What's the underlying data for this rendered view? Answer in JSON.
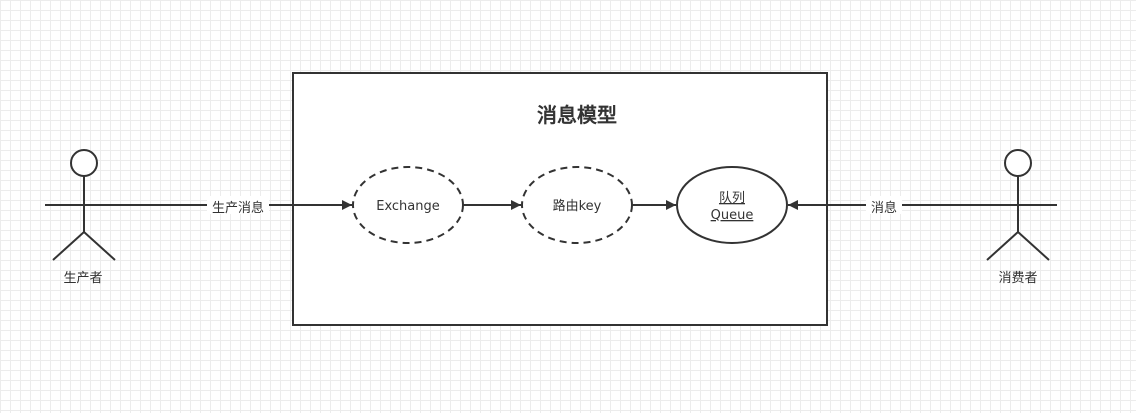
{
  "diagram": {
    "title": "消息模型",
    "actors": {
      "producer": "生产者",
      "consumer": "消费者"
    },
    "nodes": {
      "exchange": "Exchange",
      "routing_key": "路由key",
      "queue_line1": "队列",
      "queue_line2": "Queue"
    },
    "edges": {
      "producer_to_exchange": "生产消息",
      "consumer_to_queue": "消息"
    },
    "colors": {
      "stroke": "#333333",
      "grid": "#ececec",
      "background": "#ffffff"
    }
  }
}
